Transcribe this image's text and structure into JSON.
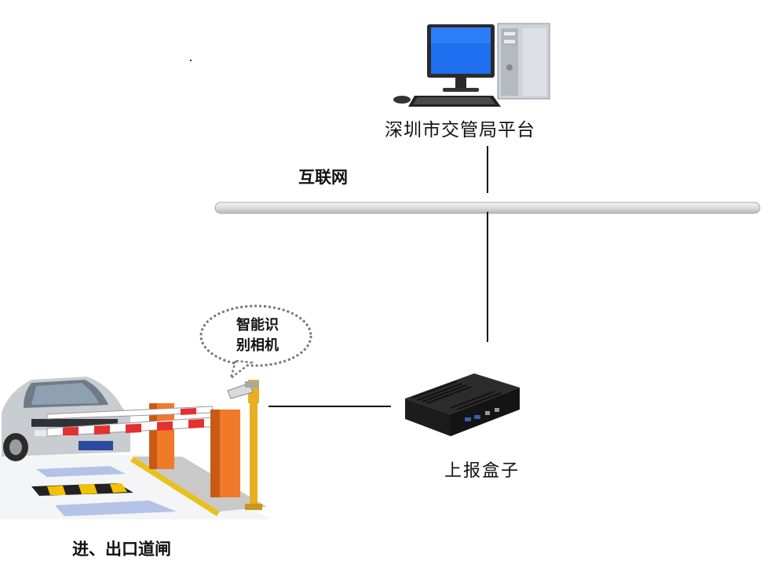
{
  "nodes": {
    "platform": {
      "label": "深圳市交管局平台"
    },
    "network": {
      "label": "互联网"
    },
    "camera": {
      "label_line1": "智能识",
      "label_line2": "别相机"
    },
    "report_box": {
      "label": "上报盒子"
    },
    "gate": {
      "label": "进、出口道闸"
    }
  },
  "colors": {
    "monitor_screen": "#1e6ff0",
    "barrier_post": "#f07a2a",
    "barrier_red": "#e53030",
    "camera_pole": "#e8b020",
    "box_body": "#1c1c1c"
  }
}
